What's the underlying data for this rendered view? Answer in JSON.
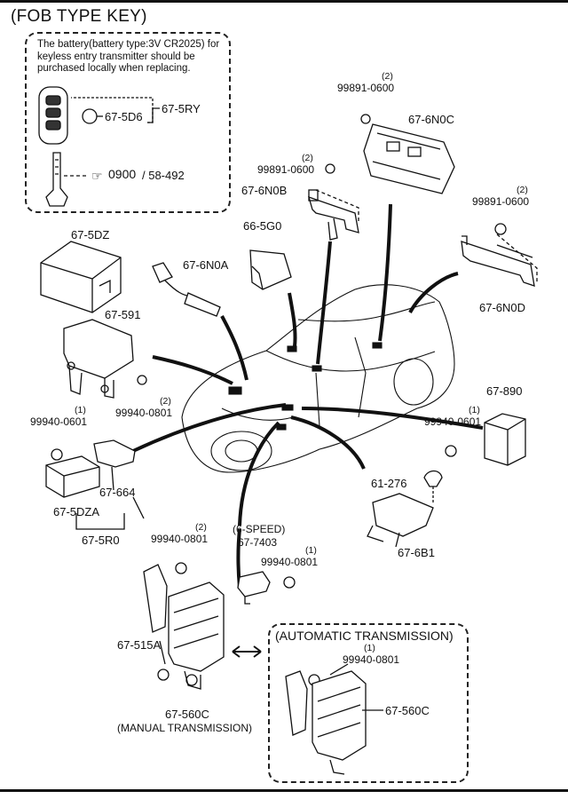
{
  "header": {
    "title": "(FOB TYPE KEY)"
  },
  "note": {
    "text": "The battery(battery type:3V CR2025) for keyless entry transmitter should be purchased locally when replacing."
  },
  "key_parts": {
    "battery": "67-5D6",
    "transmitter": "67-5RY",
    "ref_code": "0900",
    "ref_page": "/ 58-492"
  },
  "parts": {
    "nut_0600_a": "99891-0600",
    "nut_0600_a_qty": "(2)",
    "nut_0600_b": "99891-0600",
    "nut_0600_b_qty": "(2)",
    "nut_0600_c": "99891-0600",
    "nut_0600_c_qty": "(2)",
    "p_6n0c": "67-6N0C",
    "p_6n0b": "67-6N0B",
    "p_5g0": "66-5G0",
    "p_5dz": "67-5DZ",
    "p_6n0a": "67-6N0A",
    "p_591": "67-591",
    "p_6n0d": "67-6N0D",
    "p_890": "67-890",
    "nut_0801_a": "99940-0801",
    "nut_0801_a_qty": "(2)",
    "nut_0601_a": "99940-0601",
    "nut_0601_a_qty": "(1)",
    "nut_0601_b": "99940-0601",
    "nut_0601_b_qty": "(1)",
    "p_664": "67-664",
    "p_5dza": "67-5DZA",
    "p_5r0": "67-5R0",
    "p_276": "61-276",
    "p_6b1": "67-6B1",
    "six_speed": "(6-SPEED)",
    "p_7403": "67-7403",
    "nut_0801_b": "99940-0801",
    "nut_0801_b_qty": "(2)",
    "nut_0801_c": "99940-0801",
    "nut_0801_c_qty": "(1)",
    "p_515a": "67-515A",
    "p_560c_manual": "67-560C",
    "manual_caption": "(MANUAL TRANSMISSION)",
    "auto_caption": "(AUTOMATIC TRANSMISSION)",
    "nut_0801_d": "99940-0801",
    "nut_0801_d_qty": "(1)",
    "p_560c_auto": "67-560C"
  }
}
